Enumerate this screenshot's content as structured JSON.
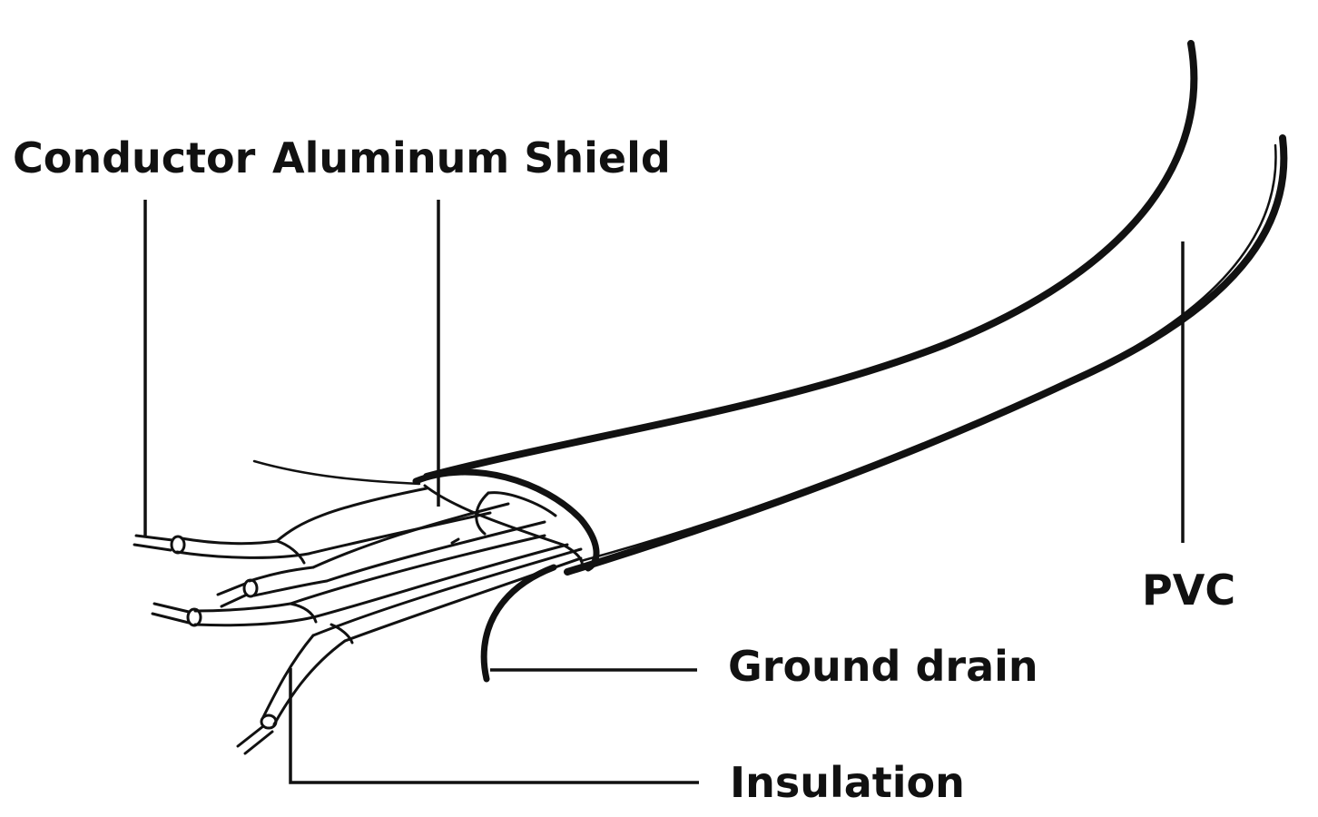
{
  "labels": {
    "conductor": "Conductor",
    "aluminum_shield": "Aluminum Shield",
    "pvc": "PVC",
    "ground_drain": "Ground drain",
    "insulation": "Insulation"
  },
  "colors": {
    "line": "#111111",
    "background": "#ffffff"
  }
}
